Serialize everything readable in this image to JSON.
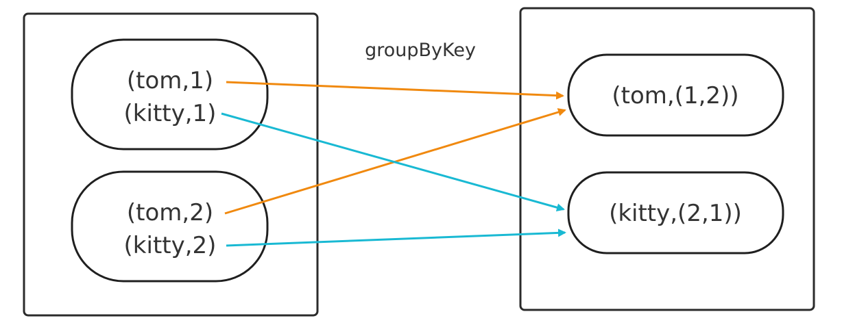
{
  "operation_label": "groupByKey",
  "source_partitions": [
    {
      "records": [
        "(tom,1)",
        "(kitty,1)"
      ]
    },
    {
      "records": [
        "(tom,2)",
        "(kitty,2)"
      ]
    }
  ],
  "target_partitions": [
    {
      "record": "(tom,(1,2))"
    },
    {
      "record": "(kitty,(2,1))"
    }
  ],
  "colors": {
    "tom_arrow": "#f0890f",
    "kitty_arrow": "#19b9d3",
    "outline": "#2b2b2b"
  }
}
